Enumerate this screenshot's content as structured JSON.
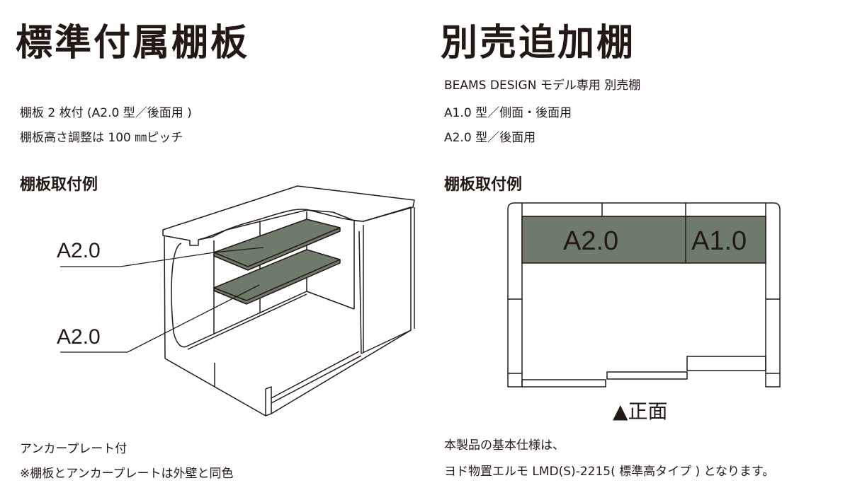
{
  "left": {
    "title": "標準付属棚板",
    "lines": [
      "棚板 2 枚付 (A2.0 型／後面用 )",
      "棚板高さ調整は 100 ㎜ピッチ"
    ],
    "example_heading": "棚板取付例",
    "labels": [
      "A2.0",
      "A2.0"
    ],
    "notes": [
      "アンカープレート付",
      "※棚板とアンカープレートは外壁と同色"
    ]
  },
  "right": {
    "title": "別売追加棚",
    "lines": [
      "BEAMS DESIGN モデル専用 別売棚",
      "A1.0 型／側面・後面用",
      "A2.0 型／後面用"
    ],
    "example_heading": "棚板取付例",
    "plan_labels": [
      "A2.0",
      "A1.0"
    ],
    "front_label": "▲正面",
    "notes": [
      "本製品の基本仕様は、",
      "ヨド物置エルモ LMD(S)-2215( 標準高タイプ ) となります。"
    ]
  },
  "colors": {
    "shelf": "#6e7b6a",
    "ink": "#231815"
  }
}
